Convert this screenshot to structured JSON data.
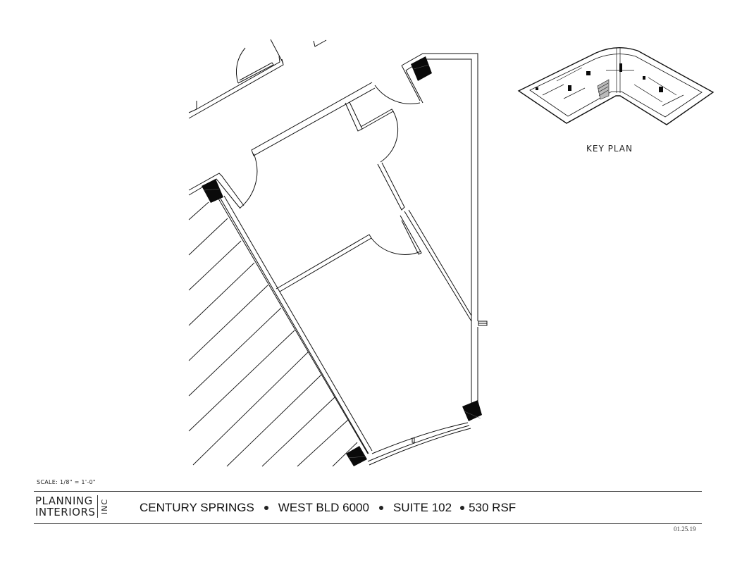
{
  "drawing": {
    "type": "floor-plan",
    "key_plan_label": "KEY PLAN",
    "scale_text": "SCALE: 1/8\" = 1'-0\""
  },
  "title_block": {
    "company": {
      "line1": "PLANNING",
      "line2": "INTERIORS",
      "suffix": "INC"
    },
    "project": "CENTURY SPRINGS",
    "building": "WEST BLD 6000",
    "suite": "SUITE 102",
    "area": "530 RSF",
    "date": "01.25.19"
  },
  "colors": {
    "line": "#111111",
    "column_fill": "#0a0a0a",
    "background": "#ffffff"
  }
}
